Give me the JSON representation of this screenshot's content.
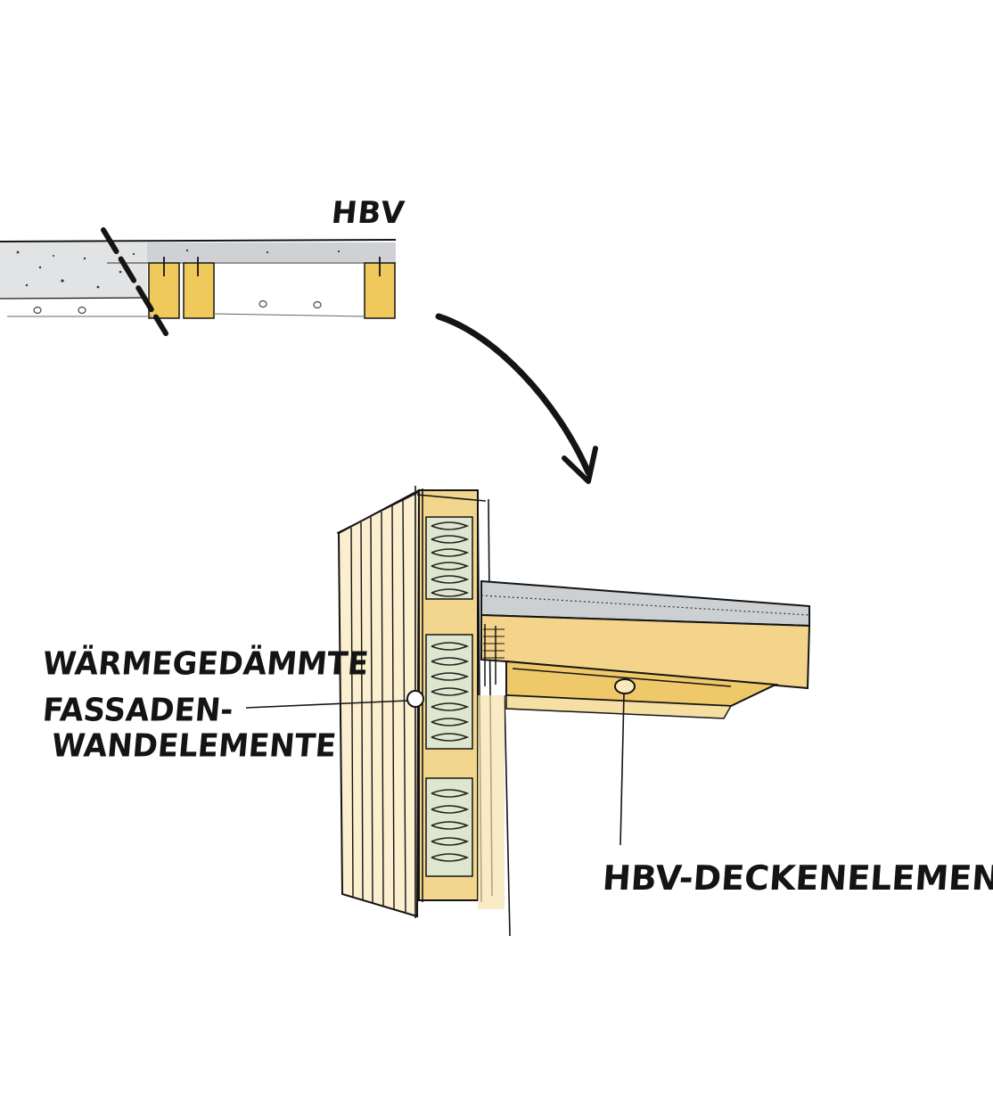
{
  "labels": {
    "top_section": "HBV",
    "wall_element_line1": "WÄRMEGEDÄMMTE",
    "wall_element_line2": "FASSADEN-",
    "wall_element_line3": "WANDELEMENTE",
    "ceiling_element": "HBV-DECKENELEMENT"
  },
  "colors": {
    "ink": "#141414",
    "timber": "#f2d58a",
    "timber_dark": "#e6be55",
    "concrete": "#d4d6d8",
    "insulation": "#dfe6cf",
    "paper": "#ffffff"
  }
}
